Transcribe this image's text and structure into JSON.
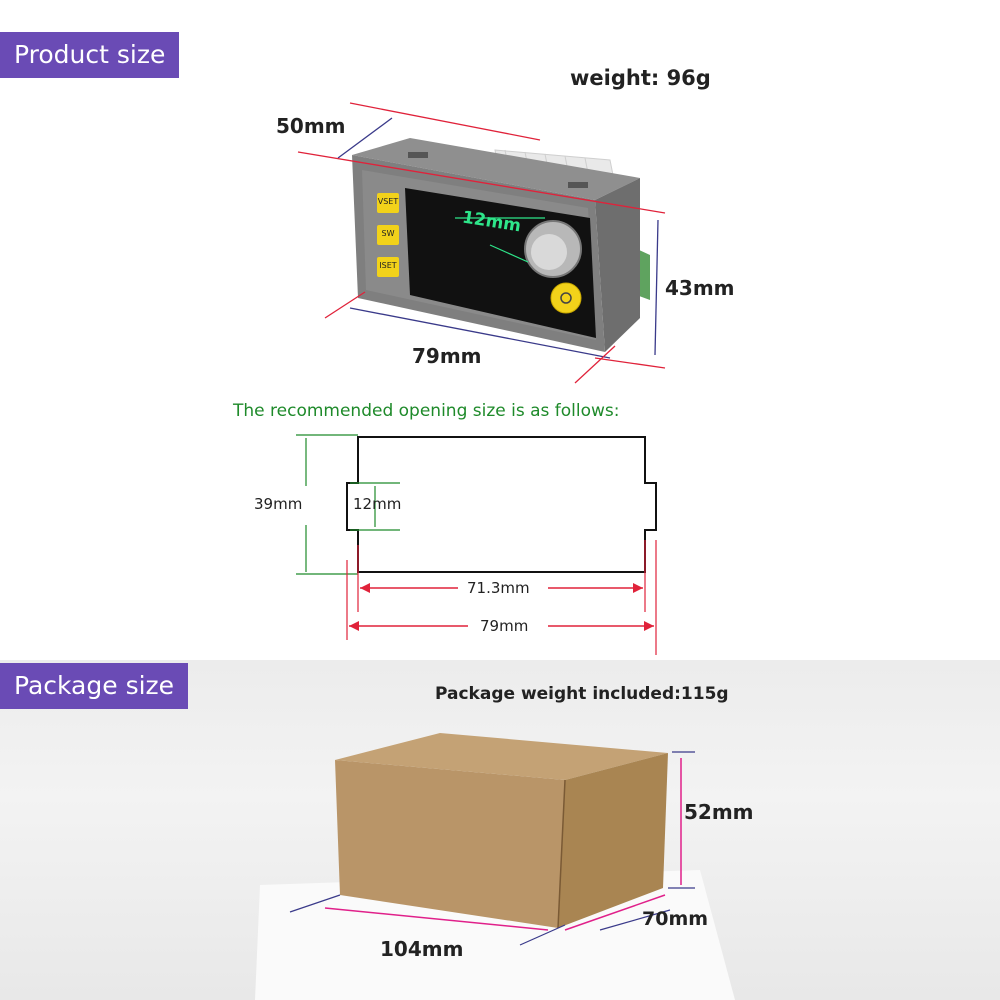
{
  "product": {
    "badge": "Product size",
    "weight": "weight: 96g",
    "dims": {
      "depth": "50mm",
      "height": "43mm",
      "width": "79mm",
      "knob": "12mm"
    },
    "buttons": [
      "VSET",
      "SW",
      "ISET"
    ]
  },
  "opening": {
    "title": "The recommended opening size is as follows:",
    "height": "39mm",
    "notch": "12mm",
    "inner_width": "71.3mm",
    "outer_width": "79mm"
  },
  "package": {
    "badge": "Package size",
    "weight": "Package weight included:115g",
    "dims": {
      "height": "52mm",
      "depth": "70mm",
      "width": "104mm"
    }
  },
  "colors": {
    "accent": "#6a4bb5",
    "red": "#e0223a",
    "green": "#1e8a2a",
    "magenta": "#e0208a",
    "knob_label": "#2ee68a"
  }
}
